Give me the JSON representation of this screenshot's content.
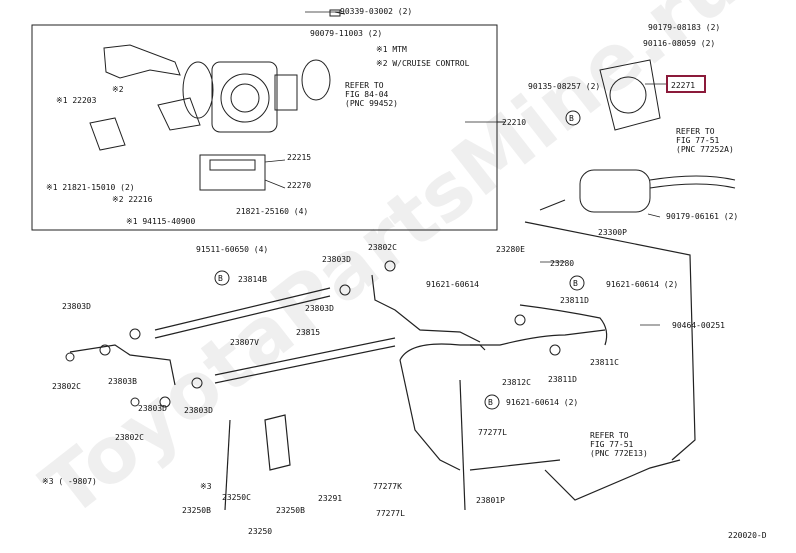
{
  "diagram": {
    "ref_code": "220020-D",
    "watermark": "ToyotaPartsMine.ru",
    "legend": [
      {
        "mark": "※1",
        "text": "MTM"
      },
      {
        "mark": "※2",
        "text": "W/CRUISE CONTROL"
      },
      {
        "mark": "※3",
        "text": "(    -9807)"
      }
    ],
    "highlight_part": "22271",
    "refs": [
      {
        "text": "REFER TO\nFIG 84-04\n(PNC 99452)"
      },
      {
        "text": "REFER TO\nFIG 77-51\n(PNC 77252A)"
      },
      {
        "text": "REFER TO\nFIG 77-51\n(PNC 772E13)"
      }
    ],
    "parts": [
      "90339-03002 (2)",
      "90079-11003 (2)",
      "22210",
      "22215",
      "22270",
      "21821-25160 (4)",
      "※2",
      "※1 22203",
      "※1 21821-15010 (2)",
      "※2 22216",
      "※1 94115-40900",
      "90179-08183 (2)",
      "90116-08059 (2)",
      "90135-08257 (2)",
      "22271",
      "23300P",
      "90179-06161 (2)",
      "B",
      "91511-60650 (4)",
      "23814B",
      "23803D",
      "23802C",
      "23280E",
      "23280",
      "91621-60614",
      "91621-60614 (2)",
      "23811D",
      "23803D",
      "23803D",
      "23815",
      "23807V",
      "23803D",
      "23802C",
      "23803B",
      "23803D",
      "23802C",
      "23812C",
      "23811D",
      "23811C",
      "91621-60614 (2)",
      "90464-00251",
      "77277L",
      "77277K",
      "77277L",
      "23801P",
      "※3",
      "23250C",
      "23250B",
      "23291",
      "23250B",
      "23250"
    ]
  }
}
